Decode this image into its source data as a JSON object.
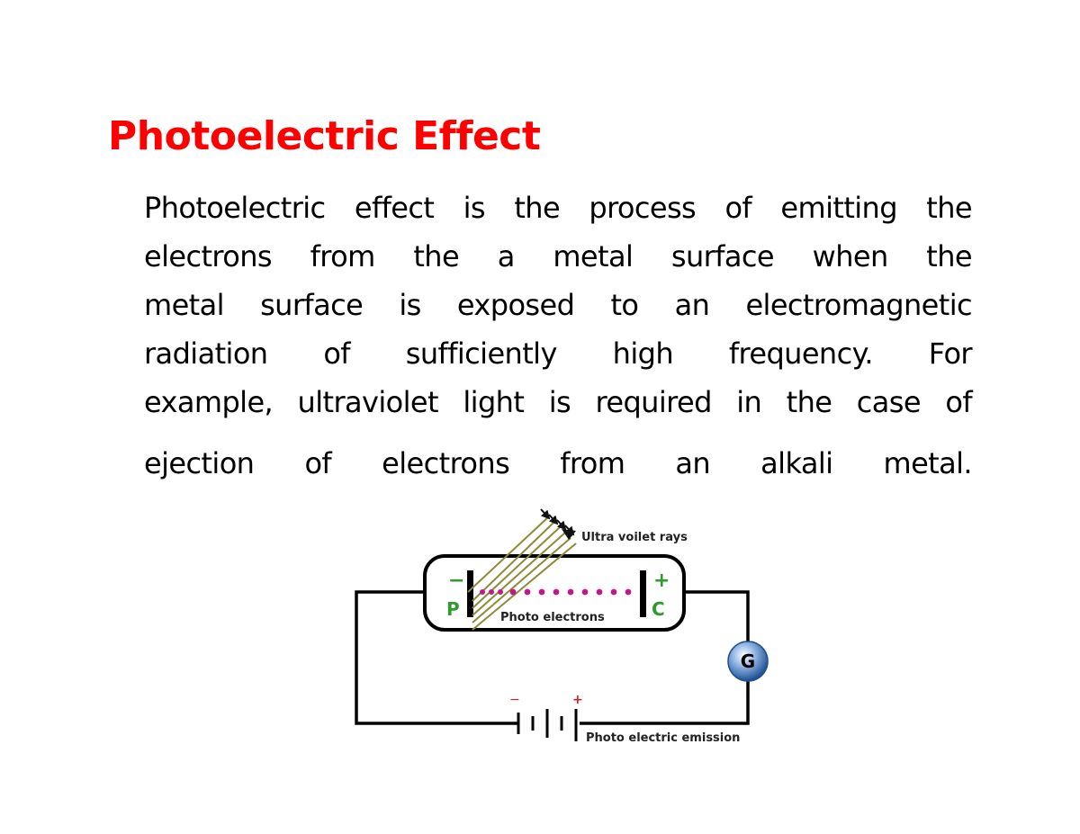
{
  "slide": {
    "title": "Photoelectric Effect",
    "body_lines": [
      "Photoelectric effect is the process of emitting the",
      "electrons from the a metal surface when the",
      "metal surface is exposed to an electromagnetic",
      "radiation of sufficiently high frequency. For",
      "example, ultraviolet light is required in the case of",
      "ejection of electrons from an alkali metal."
    ]
  },
  "diagram": {
    "rays_label": "Ultra voilet rays",
    "electrons_label": "Photo electrons",
    "cathode_letter": "P",
    "cathode_sign": "−",
    "anode_letter": "C",
    "anode_sign": "+",
    "meter_letter": "G",
    "battery_neg_sign": "−",
    "battery_pos_sign": "+",
    "caption": "Photo electric emission"
  },
  "colors": {
    "title": "#ff0000",
    "text": "#000000",
    "rays": "#8b8b3a",
    "electrons": "#c2188a",
    "electrode_labels": "#2f9a2f",
    "meter": "#1f66b6"
  }
}
